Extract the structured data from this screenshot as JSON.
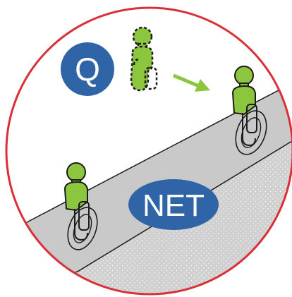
{
  "badges": {
    "q_label": "Q",
    "net_label": "NET"
  },
  "colors": {
    "frame_red": "#d93038",
    "badge_blue": "#2f64a7",
    "figure_green": "#8cc63f",
    "figure_outline": "#1b1b1b",
    "arrow_green": "#8cc63f",
    "slab_gray": "#c8c8c8",
    "slab_dotted_gray": "#d2d2d2",
    "background": "#ffffff"
  },
  "icons": {
    "moving_figure": "green-anchor-clip-figure-dashed",
    "upper_figure": "green-anchor-clip-figure",
    "lower_figure": "green-anchor-clip-figure",
    "arrow": "right-down-arrow"
  }
}
